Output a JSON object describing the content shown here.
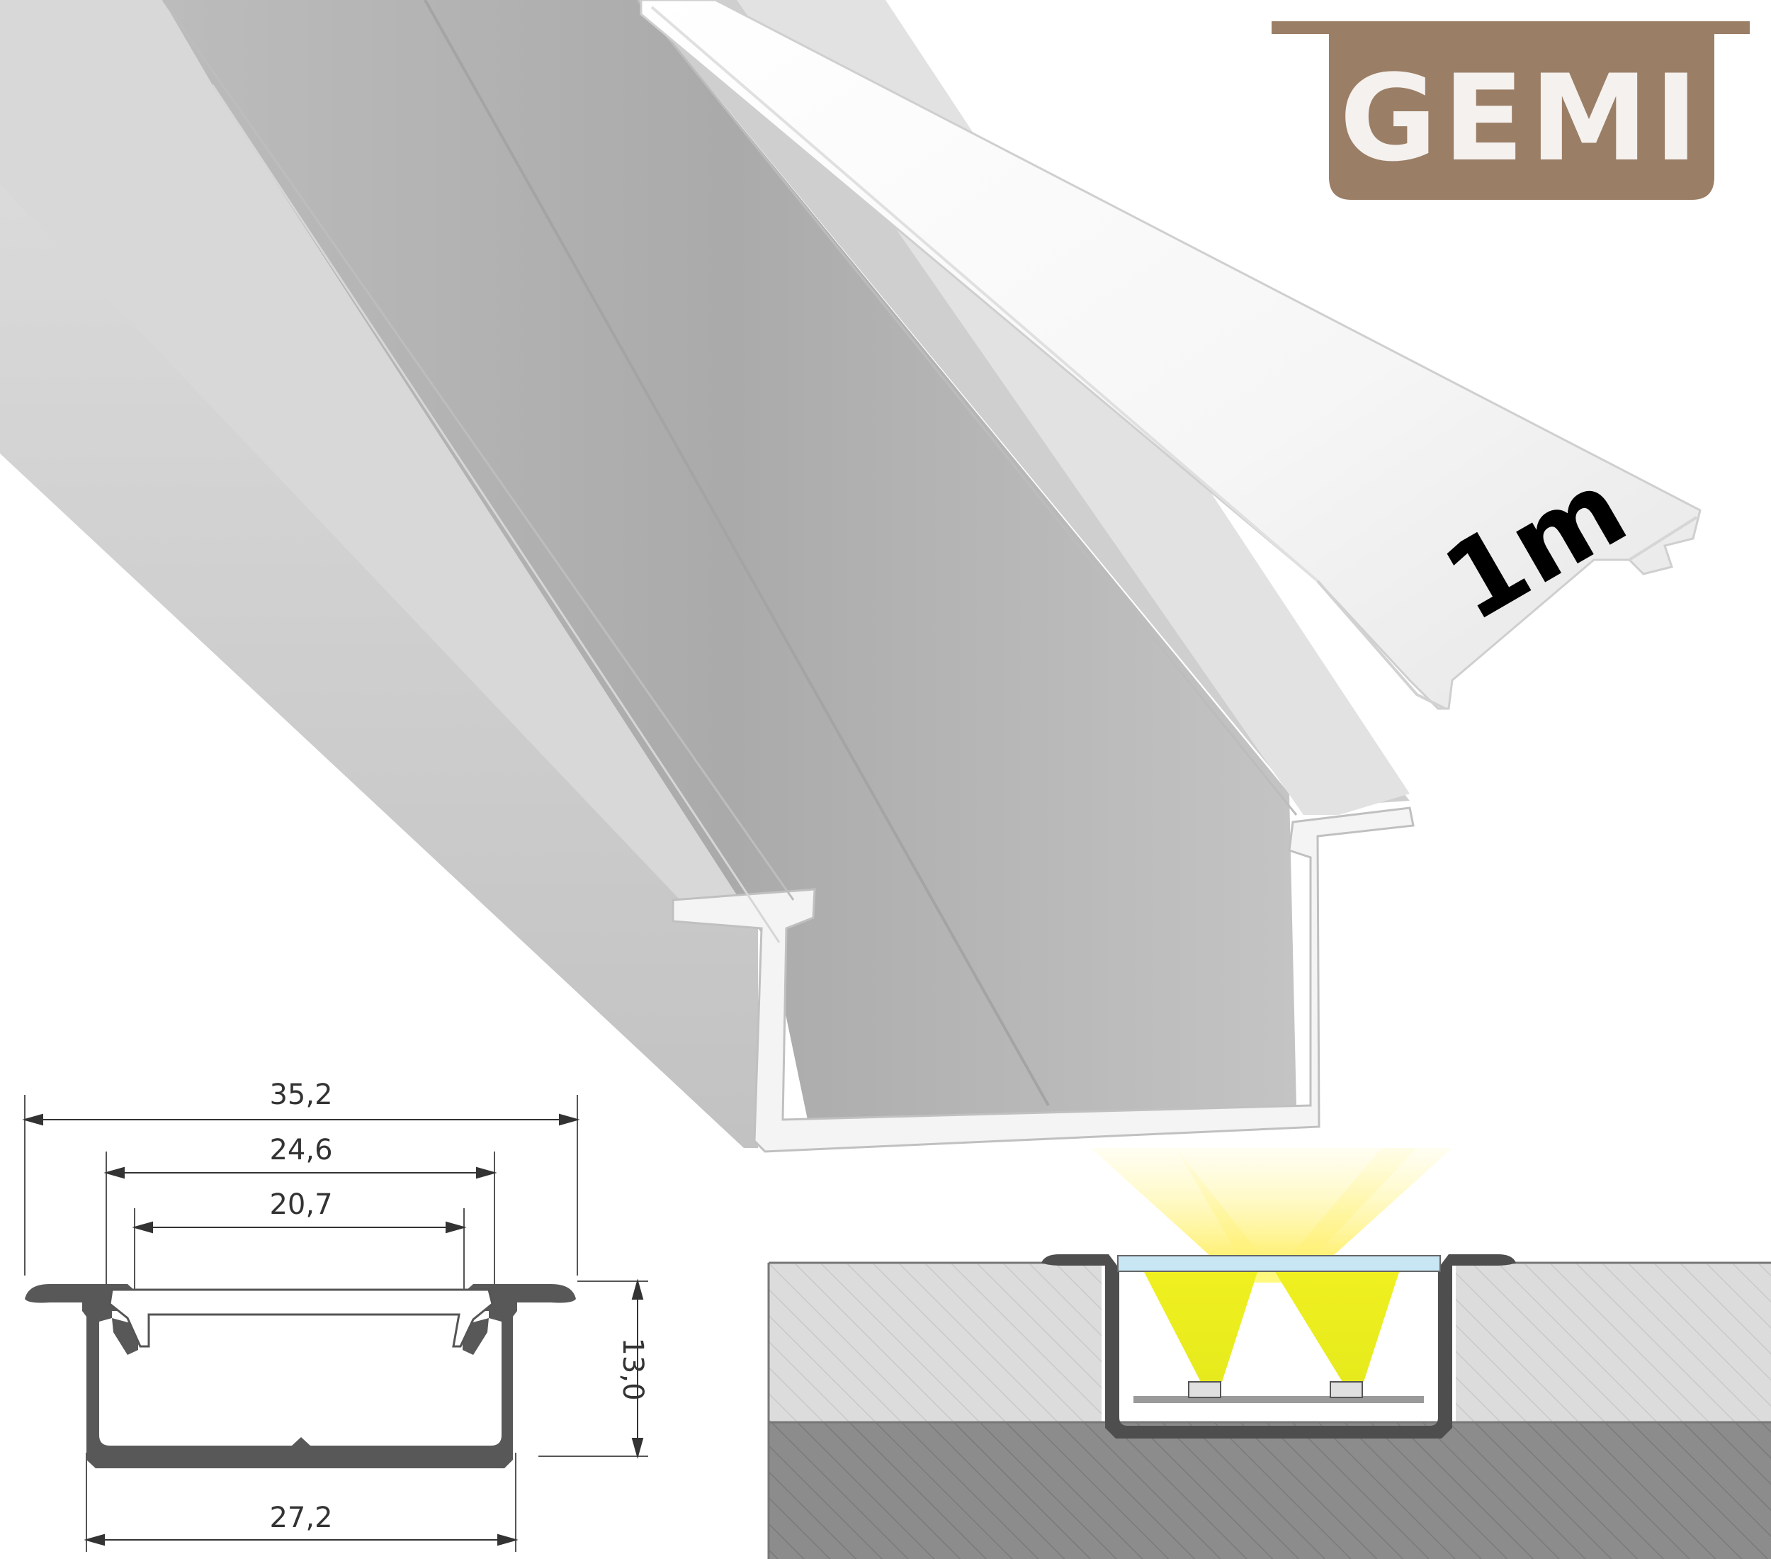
{
  "brand": {
    "name": "GEMI",
    "color": "#9b7e66"
  },
  "product": {
    "length_label": "1m"
  },
  "dimensions": {
    "total_width": "35,2",
    "inner_flange_width": "24,6",
    "diffuser_width": "20,7",
    "height": "13,0",
    "bottom_width": "27,2"
  },
  "colors": {
    "profile": "#c8c8c8",
    "diffuser": "#ffffff",
    "light": "#f0f020",
    "section": "#585858"
  }
}
